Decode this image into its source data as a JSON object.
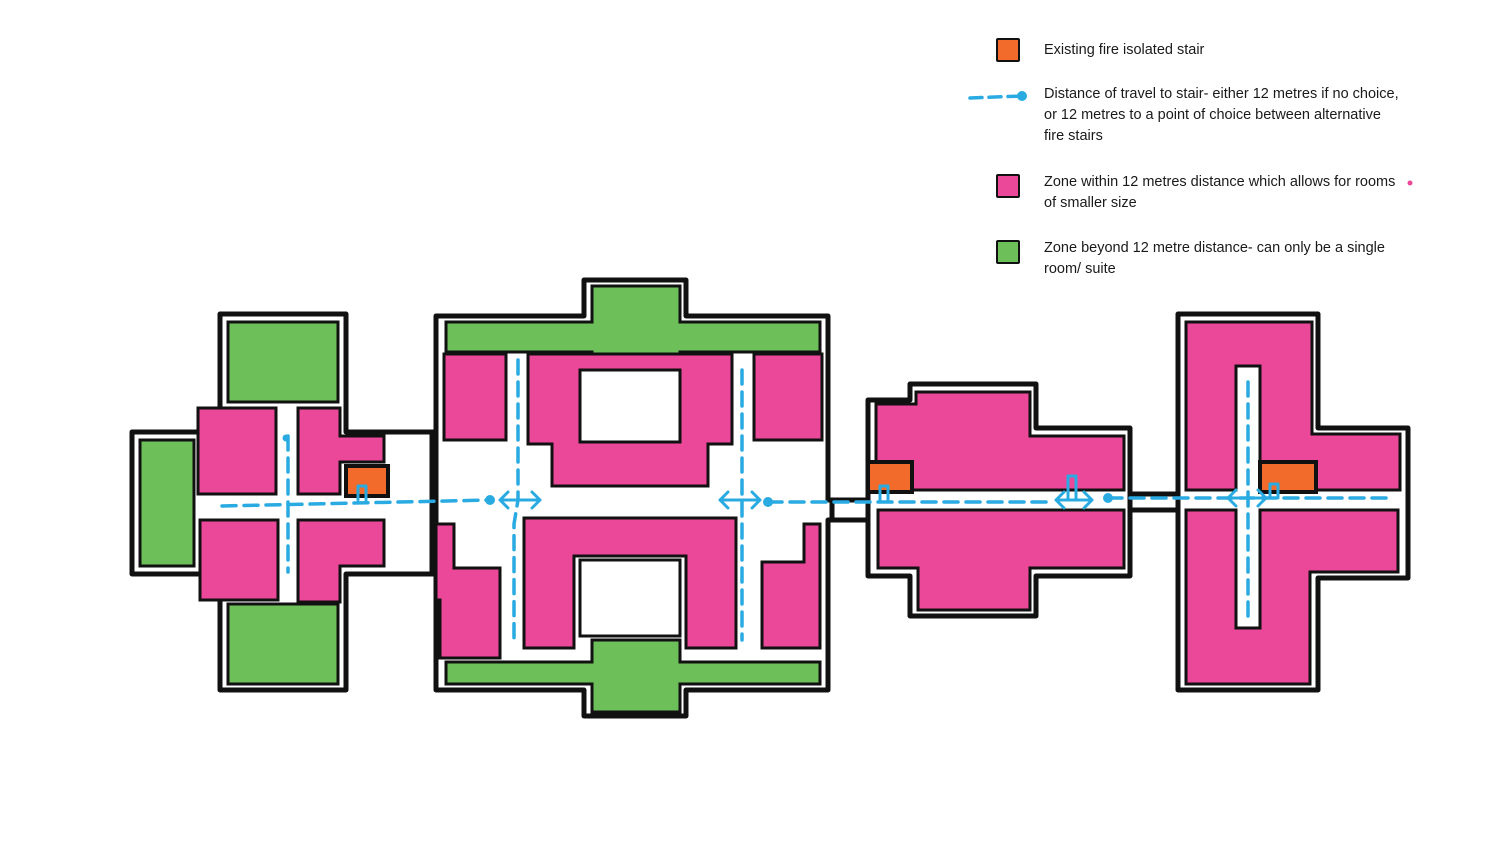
{
  "colors": {
    "stair": "#f26b2b",
    "path": "#29abe2",
    "pink_zone": "#ec4899",
    "green_zone": "#6dbf5a",
    "wall": "#111111"
  },
  "legend": {
    "stair": {
      "label": "Existing fire isolated stair",
      "icon": "orange-square-icon"
    },
    "travel": {
      "label": "Distance of travel to stair- either 12 metres if no choice, or 12 metres to a point of choice between alternative fire stairs",
      "icon": "dashed-line-icon"
    },
    "pink": {
      "label": "Zone within 12 metres distance which allows for rooms of smaller size",
      "icon": "pink-square-icon"
    },
    "green": {
      "label": "Zone beyond 12 metre distance- can only be a single room/ suite",
      "icon": "green-square-icon"
    }
  }
}
